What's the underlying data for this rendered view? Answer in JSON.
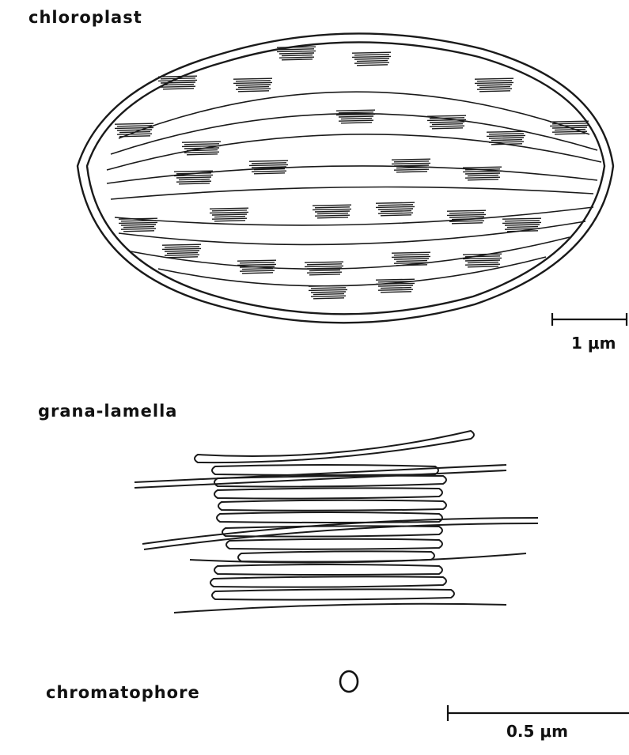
{
  "labels": {
    "chloroplast": "chloroplast",
    "grana_lamella": "grana-lamella",
    "chromatophore": "chromatophore"
  },
  "scale_bars": {
    "chloroplast_scale": "1 μm",
    "lamella_scale": "0.5 μm"
  }
}
